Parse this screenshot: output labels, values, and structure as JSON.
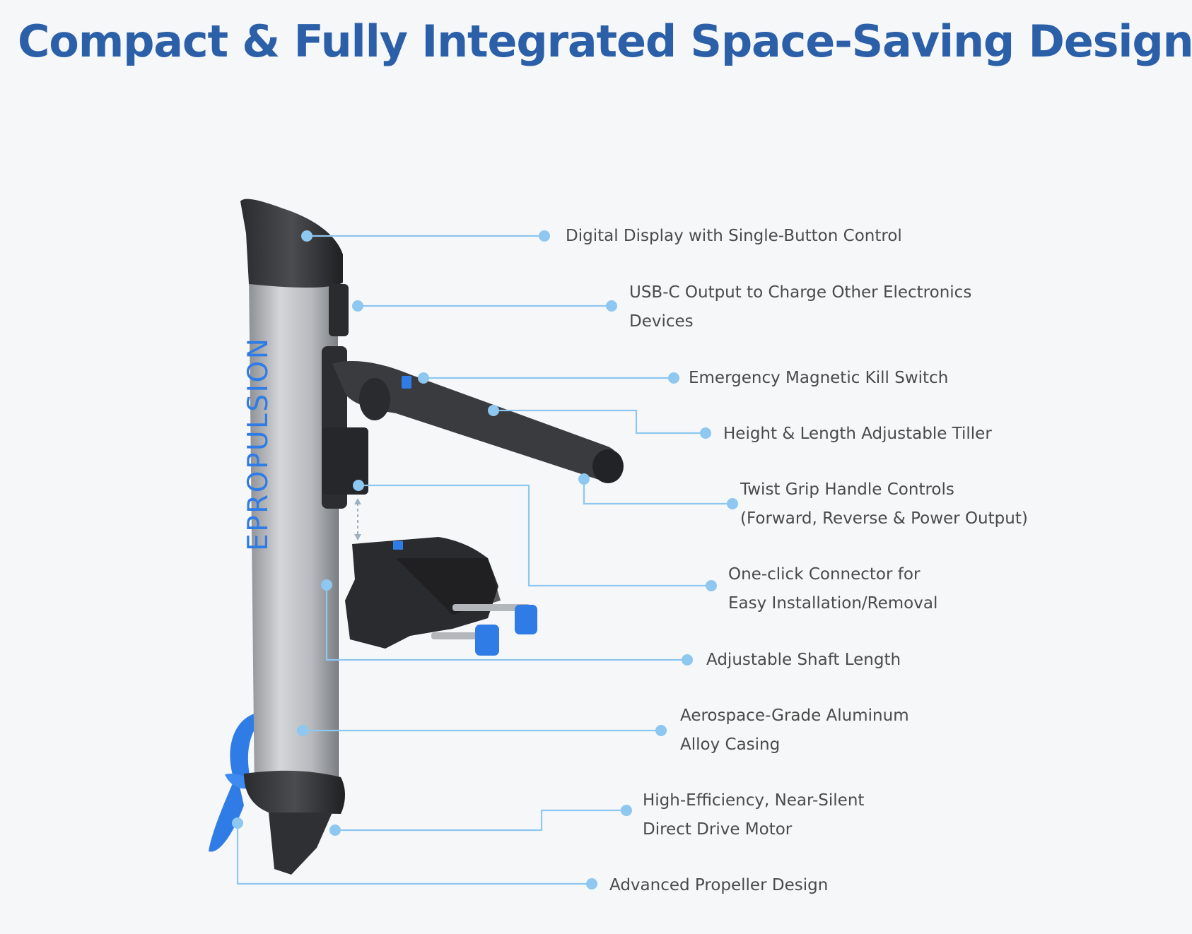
{
  "title": "Compact & Fully Integrated Space-Saving Design",
  "brand_text": "EPROPULSION",
  "colors": {
    "title": "#2b5fa8",
    "callout_line": "#8ec7f0",
    "callout_dot": "#8ec7f0",
    "brand_blue": "#2f7ce6",
    "label_text": "#4a4a4a"
  },
  "callouts": [
    {
      "lines": [
        "Digital Display with Single-Button Control"
      ]
    },
    {
      "lines": [
        "USB-C Output to Charge Other Electronics",
        "Devices"
      ]
    },
    {
      "lines": [
        "Emergency Magnetic Kill Switch"
      ]
    },
    {
      "lines": [
        "Height & Length Adjustable Tiller"
      ]
    },
    {
      "lines": [
        "Twist Grip Handle Controls",
        "(Forward, Reverse & Power Output)"
      ]
    },
    {
      "lines": [
        "One-click Connector for",
        "Easy Installation/Removal"
      ]
    },
    {
      "lines": [
        "Adjustable Shaft Length"
      ]
    },
    {
      "lines": [
        "Aerospace-Grade Aluminum",
        "Alloy Casing"
      ]
    },
    {
      "lines": [
        "High-Efficiency, Near-Silent",
        "Direct Drive Motor"
      ]
    },
    {
      "lines": [
        "Advanced Propeller Design"
      ]
    }
  ]
}
